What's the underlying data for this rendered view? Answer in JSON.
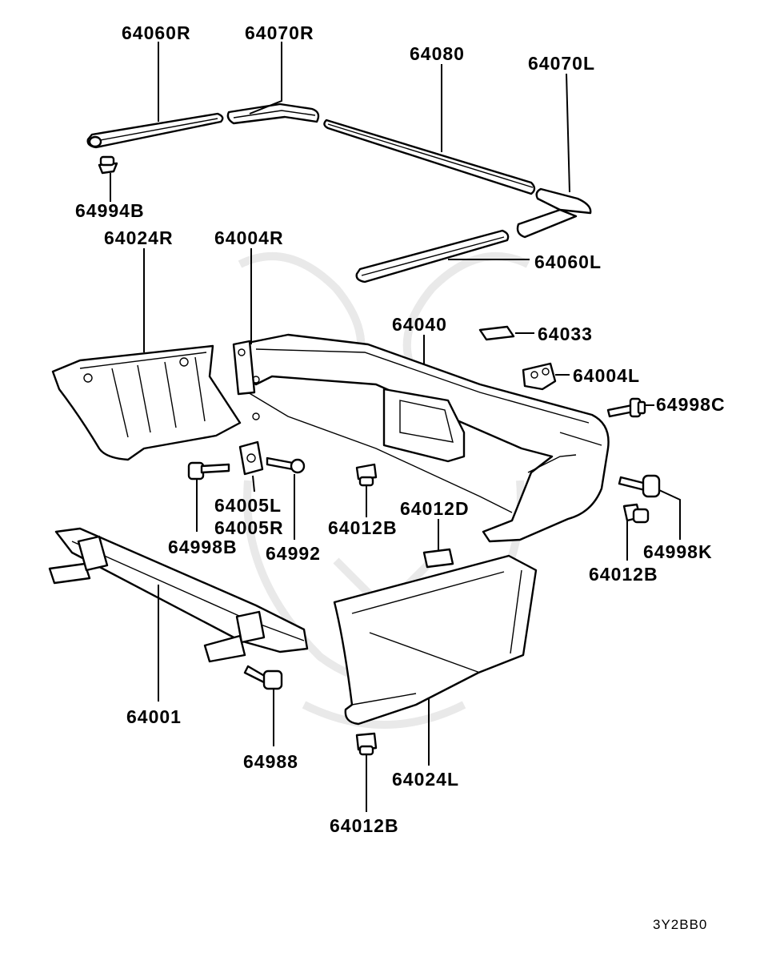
{
  "diagram": {
    "labels": {
      "p64060R": "64060R",
      "p64070R": "64070R",
      "p64080": "64080",
      "p64070L": "64070L",
      "p64994B": "64994B",
      "p64024R": "64024R",
      "p64004R": "64004R",
      "p64060L": "64060L",
      "p64040": "64040",
      "p64033": "64033",
      "p64004L": "64004L",
      "p64998C": "64998C",
      "p64005L": "64005L",
      "p64005R": "64005R",
      "p64998B": "64998B",
      "p64992": "64992",
      "p64012B_a": "64012B",
      "p64012D": "64012D",
      "p64998K": "64998K",
      "p64012B_b": "64012B",
      "p64001": "64001",
      "p64988": "64988",
      "p64024L": "64024L",
      "p64012B_c": "64012B"
    },
    "figure_code": "3Y2BB0"
  }
}
